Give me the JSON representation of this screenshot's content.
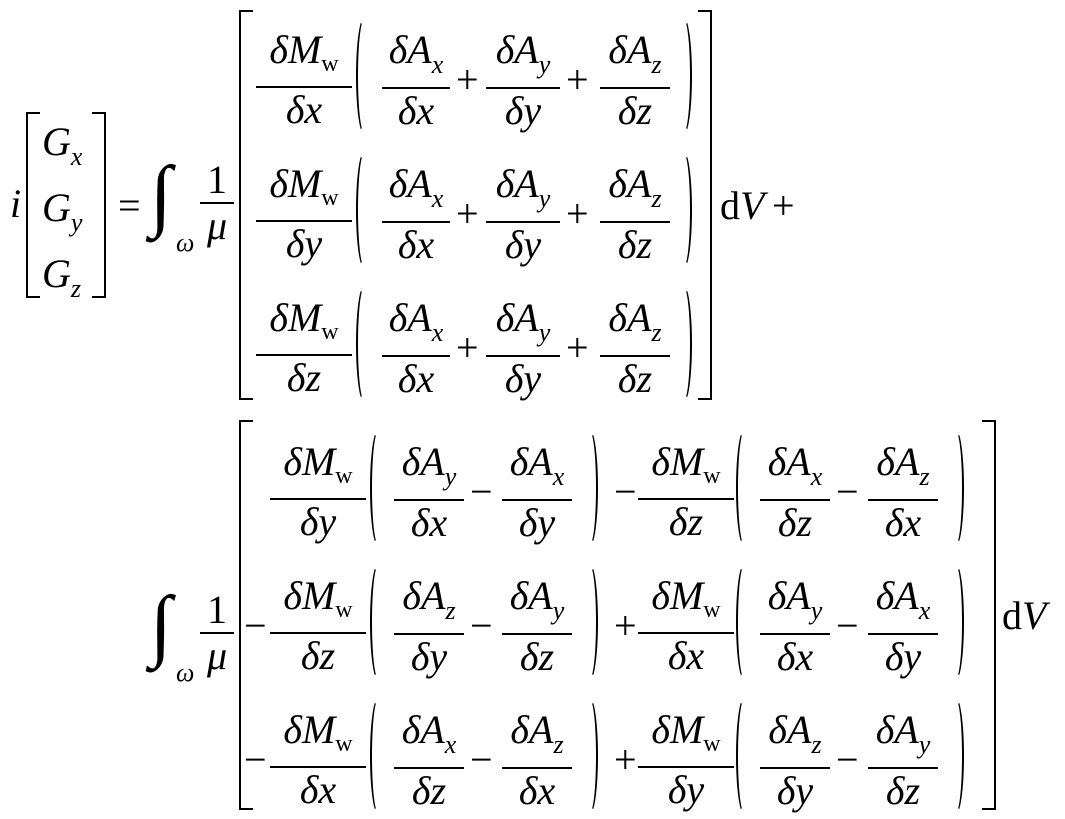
{
  "equation": {
    "lhs": {
      "coef": "i",
      "vector": [
        "G",
        "G",
        "G"
      ],
      "subs": [
        "x",
        "y",
        "z"
      ]
    },
    "eq": "=",
    "integral": "∫",
    "domain": "ω",
    "one": "1",
    "mu": "μ",
    "dM": "δM",
    "w": "w",
    "dx": "δx",
    "dy": "δy",
    "dz": "δz",
    "dA": "δA",
    "plus": "+",
    "minus": "−",
    "dV": "dV",
    "trail_plus": "+"
  }
}
